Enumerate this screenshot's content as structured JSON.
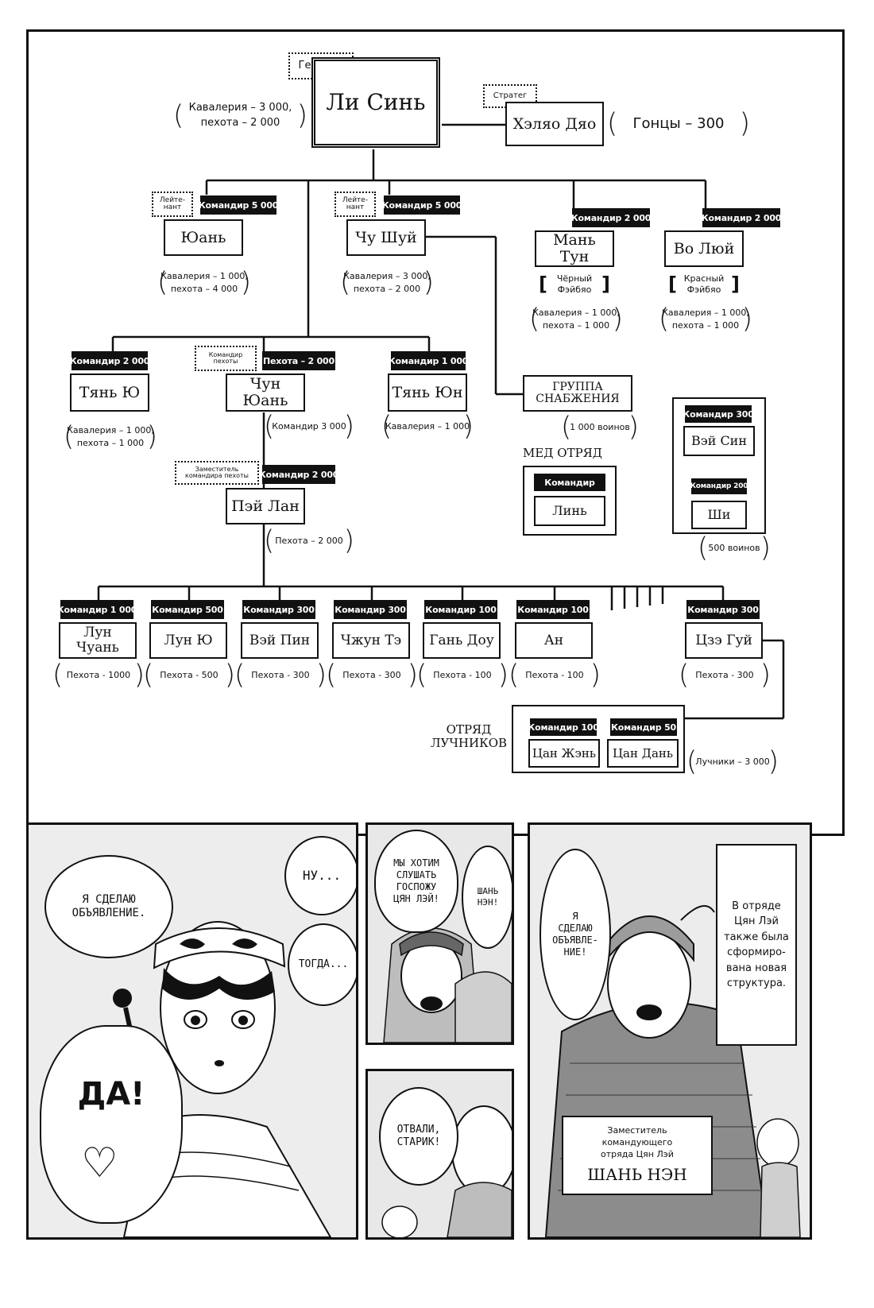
{
  "chart": {
    "general_tag": "Генерал",
    "general_name": "Ли Синь",
    "general_note": "Кавалерия – 3 000,\nпехота – 2 000",
    "strategist_tag": "Стратег",
    "strategist_name": "Хэляо Дяо",
    "strategist_note": "Гонцы – 300",
    "yuan": {
      "rank": "Лейте-\nнант",
      "tag": "Командир 5 000",
      "name": "Юань",
      "note": "Кавалерия – 1 000,\nпехота – 4 000"
    },
    "chu": {
      "rank": "Лейте-\nнант",
      "tag": "Командир 5 000",
      "name": "Чу Шуй",
      "note": "Кавалерия – 3 000,\nпехота – 2 000"
    },
    "man": {
      "tag": "Командир 2 000",
      "name": "Мань Тун",
      "bracket": "Чёрный\nФэйбяо",
      "note": "Кавалерия – 1 000,\nпехота – 1 000"
    },
    "vo": {
      "tag": "Командир 2 000",
      "name": "Во Люй",
      "bracket": "Красный\nФэйбяо",
      "note": "Кавалерия – 1 000,\nпехота – 1 000"
    },
    "tyan_yu": {
      "tag": "Командир 2 000",
      "name": "Тянь Ю",
      "note": "Кавалерия – 1 000,\nпехота – 1 000"
    },
    "chun": {
      "rank": "Командир\nпехоты",
      "tag": "Пехота – 2 000",
      "name": "Чун Юань",
      "note": "Командир 3 000"
    },
    "tyan_yun": {
      "tag": "Командир 1 000",
      "name": "Тянь Юн",
      "note": "Кавалерия – 1 000"
    },
    "supply": {
      "name": "ГРУППА\nСНАБЖЕНИЯ",
      "note": "1 000 воинов"
    },
    "pei": {
      "rank": "Заместитель\nкомандира пехоты",
      "tag": "Командир 2 000",
      "name": "Пэй Лан",
      "note": "Пехота – 2 000"
    },
    "med": {
      "title": "МЕД ОТРЯД",
      "tag": "Командир",
      "name": "Линь"
    },
    "wei_group": {
      "tag1": "Командир 300",
      "name1": "Вэй Син",
      "tag2": "Командир 200",
      "name2": "Ши",
      "note": "500 воинов"
    },
    "row": [
      {
        "tag": "Командир 1 000",
        "name": "Лун Чуань",
        "note": "Пехота - 1000"
      },
      {
        "tag": "Командир 500",
        "name": "Лун Ю",
        "note": "Пехота - 500"
      },
      {
        "tag": "Командир 300",
        "name": "Вэй Пин",
        "note": "Пехота - 300"
      },
      {
        "tag": "Командир 300",
        "name": "Чжун Тэ",
        "note": "Пехота - 300"
      },
      {
        "tag": "Командир 100",
        "name": "Гань Доу",
        "note": "Пехота - 100"
      },
      {
        "tag": "Командир 100",
        "name": "Ан",
        "note": "Пехота - 100"
      },
      {
        "tag": "Командир 300",
        "name": "Цзэ Гуй",
        "note": "Пехота - 300"
      }
    ],
    "archers": {
      "title": "ОТРЯД\nЛУЧНИКОВ",
      "tag1": "Командир 100",
      "name1": "Цан Жэнь",
      "tag2": "Командир 50",
      "name2": "Цан Дань",
      "note": "Лучники – 3 000"
    }
  },
  "panels": {
    "p1": {
      "b1": "Я СДЕЛАЮ\nОБЪЯВЛЕНИЕ.",
      "b2": "НУ...",
      "b3": "ТОГДА...",
      "b4": "ДА!"
    },
    "p2": {
      "b1": "МЫ ХОТИМ\nСЛУШАТЬ\nГОСПОЖУ\nЦЯН ЛЭЙ!",
      "b2": "ШАНЬ\nНЭН!"
    },
    "p3": {
      "b1": "ОТВАЛИ,\nСТАРИК!"
    },
    "p4": {
      "b1": "Я\nСДЕЛАЮ\nОБЪЯВЛЕ-\nНИЕ!",
      "caption1": "В отряде\nЦян Лэй\nтакже была\nсформиро-\nвана новая\nструктура.",
      "caption2_small": "Заместитель\nкомандующего\nотряда Цян Лэй",
      "caption2_big": "ШАНЬ НЭН"
    }
  }
}
